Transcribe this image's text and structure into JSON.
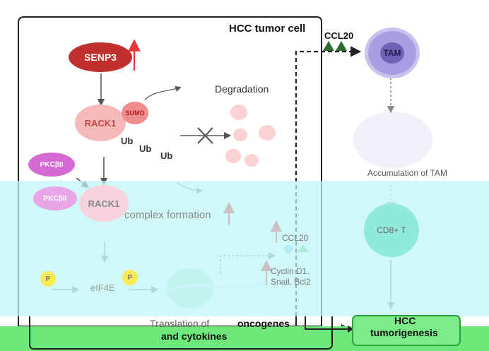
{
  "cell_title": "HCC tumor cell",
  "senp3_label": "SENP3",
  "rack1_label": "RACK1",
  "sumo_label": "SUMO",
  "ub_labels": [
    "Ub",
    "Ub",
    "Ub"
  ],
  "degradation_label": "Degradation",
  "pkc_labels": [
    "PKCβII",
    "PKCβII"
  ],
  "rack1_complex_label": "RACK1",
  "complex_formation_label": "complex formation",
  "p_labels": [
    "P",
    "P"
  ],
  "eif4e_label": "eIF4E",
  "ccl20_top_label": "CCL20",
  "tam_label": "TAM",
  "accumulation_label": "Accumulation of TAM",
  "cd8_label": "CD8+ T",
  "ccl20_inner_label": "CCL20",
  "targets_label_line1": "Cyclin D1,",
  "targets_label_line2": "Snail, Bcl2",
  "translation_label": "Translation of",
  "oncogenes_label": "oncogenes",
  "cytokines_label": "and cytokines",
  "hcc_outcome_line1": "HCC",
  "hcc_outcome_line2": "tumorigenesis",
  "colors": {
    "senp3": "#c0302f",
    "rack1": "#f6b9b9",
    "sumo": "#ef8d8d",
    "pkc": "#d66ad4",
    "phospho": "#f8ea55",
    "tam": "#a89fe2",
    "cd8": "#7fe9cf",
    "ccl20_triangle": "#2f6b32",
    "outcome_border": "#2ea33b",
    "up_arrow": "#e8363a"
  }
}
